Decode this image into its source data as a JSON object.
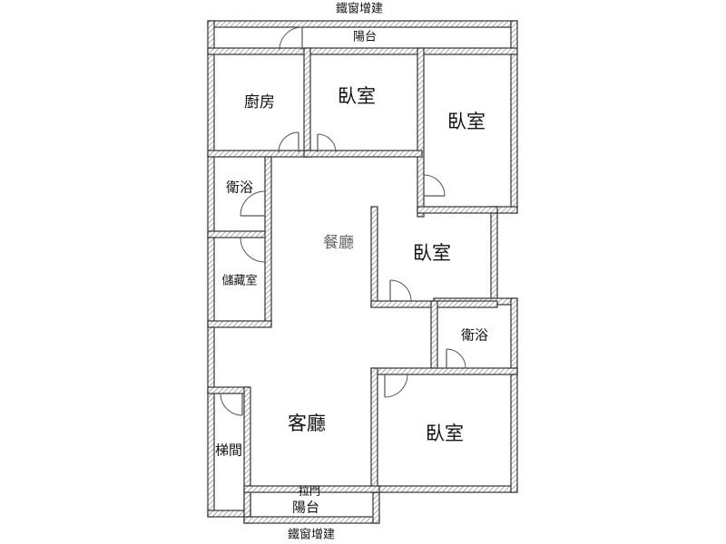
{
  "labels": {
    "ironwindow_top": "鐵窗增建",
    "balcony_top": "陽台",
    "kitchen": "廚房",
    "bedroom_1": "臥室",
    "bedroom_2": "臥室",
    "bath_1": "衛浴",
    "dining": "餐廳",
    "bedroom_3": "臥室",
    "storage": "儲藏室",
    "bath_2": "衛浴",
    "living": "客廳",
    "bedroom_4": "臥室",
    "stairs": "梯間",
    "sliding_door": "拉門",
    "balcony_bottom": "陽台",
    "ironwindow_bottom": "鐵窗增建"
  }
}
